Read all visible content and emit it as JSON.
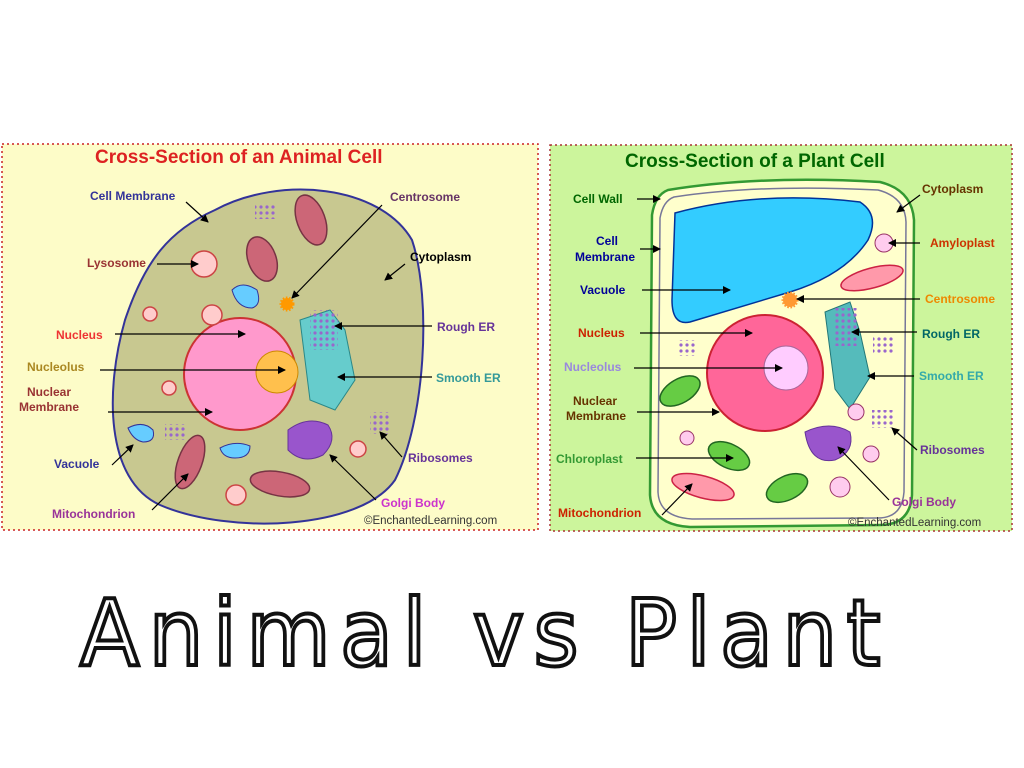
{
  "animal_cell": {
    "title": "Cross-Section of an Animal Cell",
    "labels": {
      "cell_membrane": "Cell Membrane",
      "lysosome": "Lysosome",
      "nucleus": "Nucleus",
      "nucleolus": "Nucleolus",
      "nuclear_membrane_1": "Nuclear",
      "nuclear_membrane_2": "Membrane",
      "vacuole": "Vacuole",
      "mitochondrion": "Mitochondrion",
      "centrosome": "Centrosome",
      "cytoplasm": "Cytoplasm",
      "rough_er": "Rough ER",
      "smooth_er": "Smooth ER",
      "ribosomes": "Ribosomes",
      "golgi_body": "Golgi Body"
    },
    "copyright": "©EnchantedLearning.com",
    "colors": {
      "background": "#fdfcc8",
      "cytoplasm": "#c8c890",
      "title": "#dd2222"
    }
  },
  "plant_cell": {
    "title": "Cross-Section of a Plant Cell",
    "labels": {
      "cell_wall": "Cell Wall",
      "cell_membrane_1": "Cell",
      "cell_membrane_2": "Membrane",
      "vacuole": "Vacuole",
      "nucleus": "Nucleus",
      "nucleolus": "Nucleolus",
      "nuclear_membrane_1": "Nuclear",
      "nuclear_membrane_2": "Membrane",
      "chloroplast": "Chloroplast",
      "mitochondrion": "Mitochondrion",
      "cytoplasm": "Cytoplasm",
      "amyloplast": "Amyloplast",
      "centrosome": "Centrosome",
      "rough_er": "Rough ER",
      "smooth_er": "Smooth ER",
      "ribosomes": "Ribosomes",
      "golgi_body": "Golgi Body"
    },
    "copyright": "©EnchantedLearning.com",
    "colors": {
      "background": "#ccf59c",
      "cytoplasm": "#ffffcc",
      "title": "#006600"
    }
  },
  "handwriting": {
    "text": "Animal vs Plant"
  }
}
